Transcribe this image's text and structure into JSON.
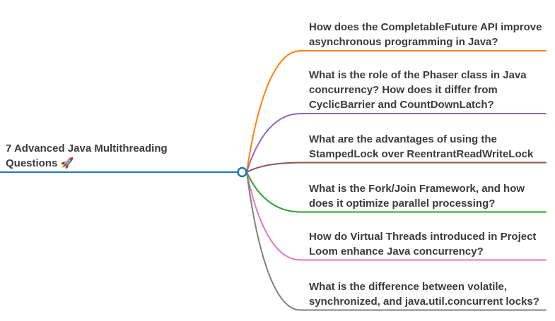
{
  "diagram": {
    "type": "mindmap",
    "background": "#ffffff",
    "text_color": "#3b3b3b",
    "root": {
      "label": "7 Advanced Java Multithreading Questions 🚀",
      "color": "#1f77b4"
    },
    "node_circle": {
      "fill": "#ffffff",
      "stroke": "#1f77b4"
    },
    "branches": [
      {
        "label": "How does the CompletableFuture API improve asynchronous programming in Java?",
        "color": "#ff7f0e"
      },
      {
        "label": "What is the role of the Phaser class in Java concurrency? How does it differ from CyclicBarrier and CountDownLatch?",
        "color": "#9467bd"
      },
      {
        "label": "What are the advantages of using the StampedLock over ReentrantReadWriteLock",
        "color": "#8c564b"
      },
      {
        "label": "What is the Fork/Join Framework, and how does it optimize parallel processing?",
        "color": "#2ca02c"
      },
      {
        "label": "How do Virtual Threads introduced in Project Loom enhance Java concurrency?",
        "color": "#e377c2"
      },
      {
        "label": "What is the difference between volatile, synchronized, and java.util.concurrent locks?",
        "color": "#7f7f7f"
      }
    ]
  }
}
